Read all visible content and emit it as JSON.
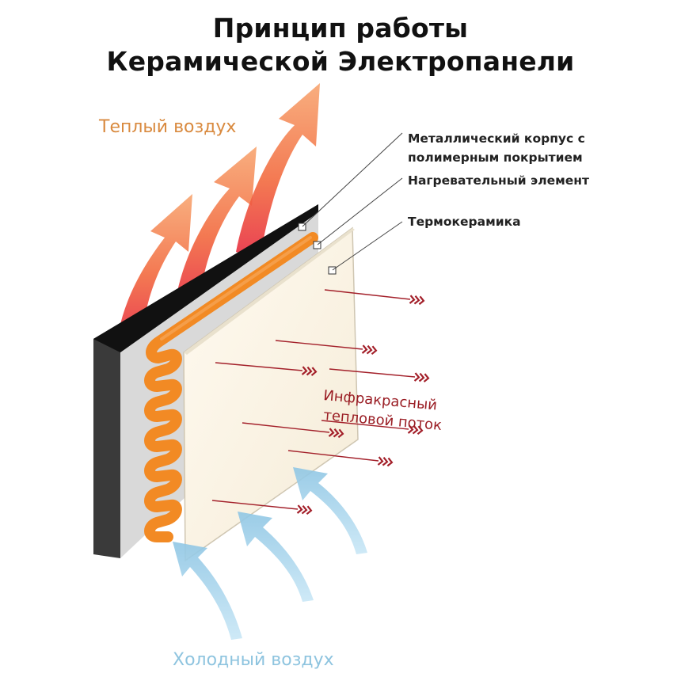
{
  "title": {
    "line1": "Принцип работы",
    "line2": "Керамической Электропанели"
  },
  "labels": {
    "warm_air": "Теплый воздух",
    "cold_air": "Холодный воздух",
    "metal_case_line1": "Металлический корпус с",
    "metal_case_line2": "полимерным покрытием",
    "heating_element": "Нагревательный элемент",
    "thermoceramics": "Термокерамика",
    "infrared_line1": "Инфракрасный",
    "infrared_line2": "тепловой поток"
  },
  "colors": {
    "warm_arrow": "#f08a4b",
    "cold_arrow": "#9fd0ea",
    "heater_coil": "#f28a24",
    "ir_arrow": "#a3202a",
    "back_panel": "#2b2b2b",
    "ceramic_panel": "#fbf5e6"
  }
}
